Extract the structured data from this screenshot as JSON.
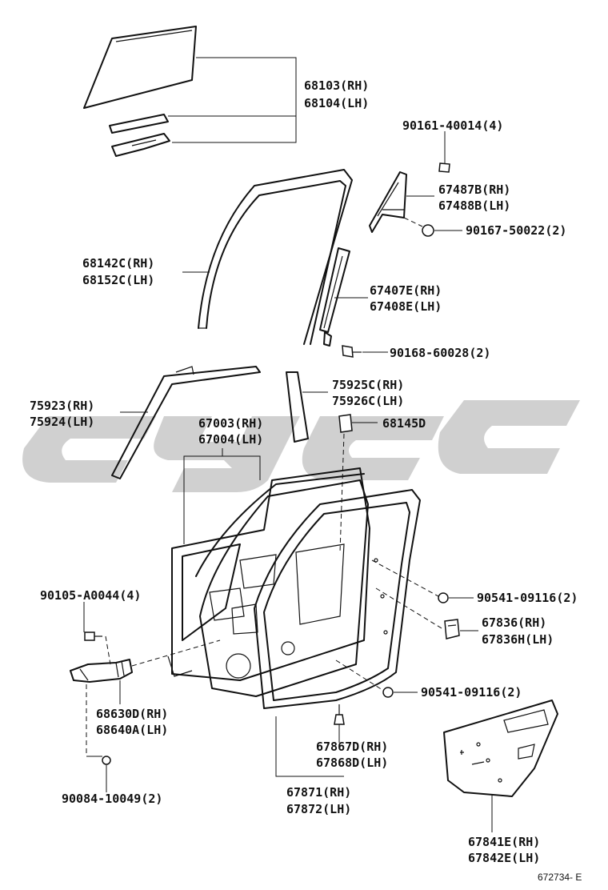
{
  "watermark": {
    "text": "",
    "color": "#cfcfcf"
  },
  "labels": {
    "l68103": "68103(RH)",
    "l68104": "68104(LH)",
    "l90161": "90161-40014(4)",
    "l67487b": "67487B(RH)",
    "l67488b": "67488B(LH)",
    "l90167": "90167-50022(2)",
    "l68142c": "68142C(RH)",
    "l68152c": "68152C(LH)",
    "l67407e": "67407E(RH)",
    "l67408e": "67408E(LH)",
    "l90168": "90168-60028(2)",
    "l75925c": "75925C(RH)",
    "l75926c": "75926C(LH)",
    "l75923": "75923(RH)",
    "l75924": "75924(LH)",
    "l68145d": "68145D",
    "l67003": "67003(RH)",
    "l67004": "67004(LH)",
    "l90105": "90105-A0044(4)",
    "l90541a": "90541-09116(2)",
    "l67836": "67836(RH)",
    "l67836h": "67836H(LH)",
    "l90541b": "90541-09116(2)",
    "l68630d": "68630D(RH)",
    "l68640a": "68640A(LH)",
    "l67867d": "67867D(RH)",
    "l67868d": "67868D(LH)",
    "l90084": "90084-10049(2)",
    "l67871": "67871(RH)",
    "l67872": "67872(LH)",
    "l67841e": "67841E(RH)",
    "l67842e": "67842E(LH)"
  },
  "figure_ref": "672734- E"
}
